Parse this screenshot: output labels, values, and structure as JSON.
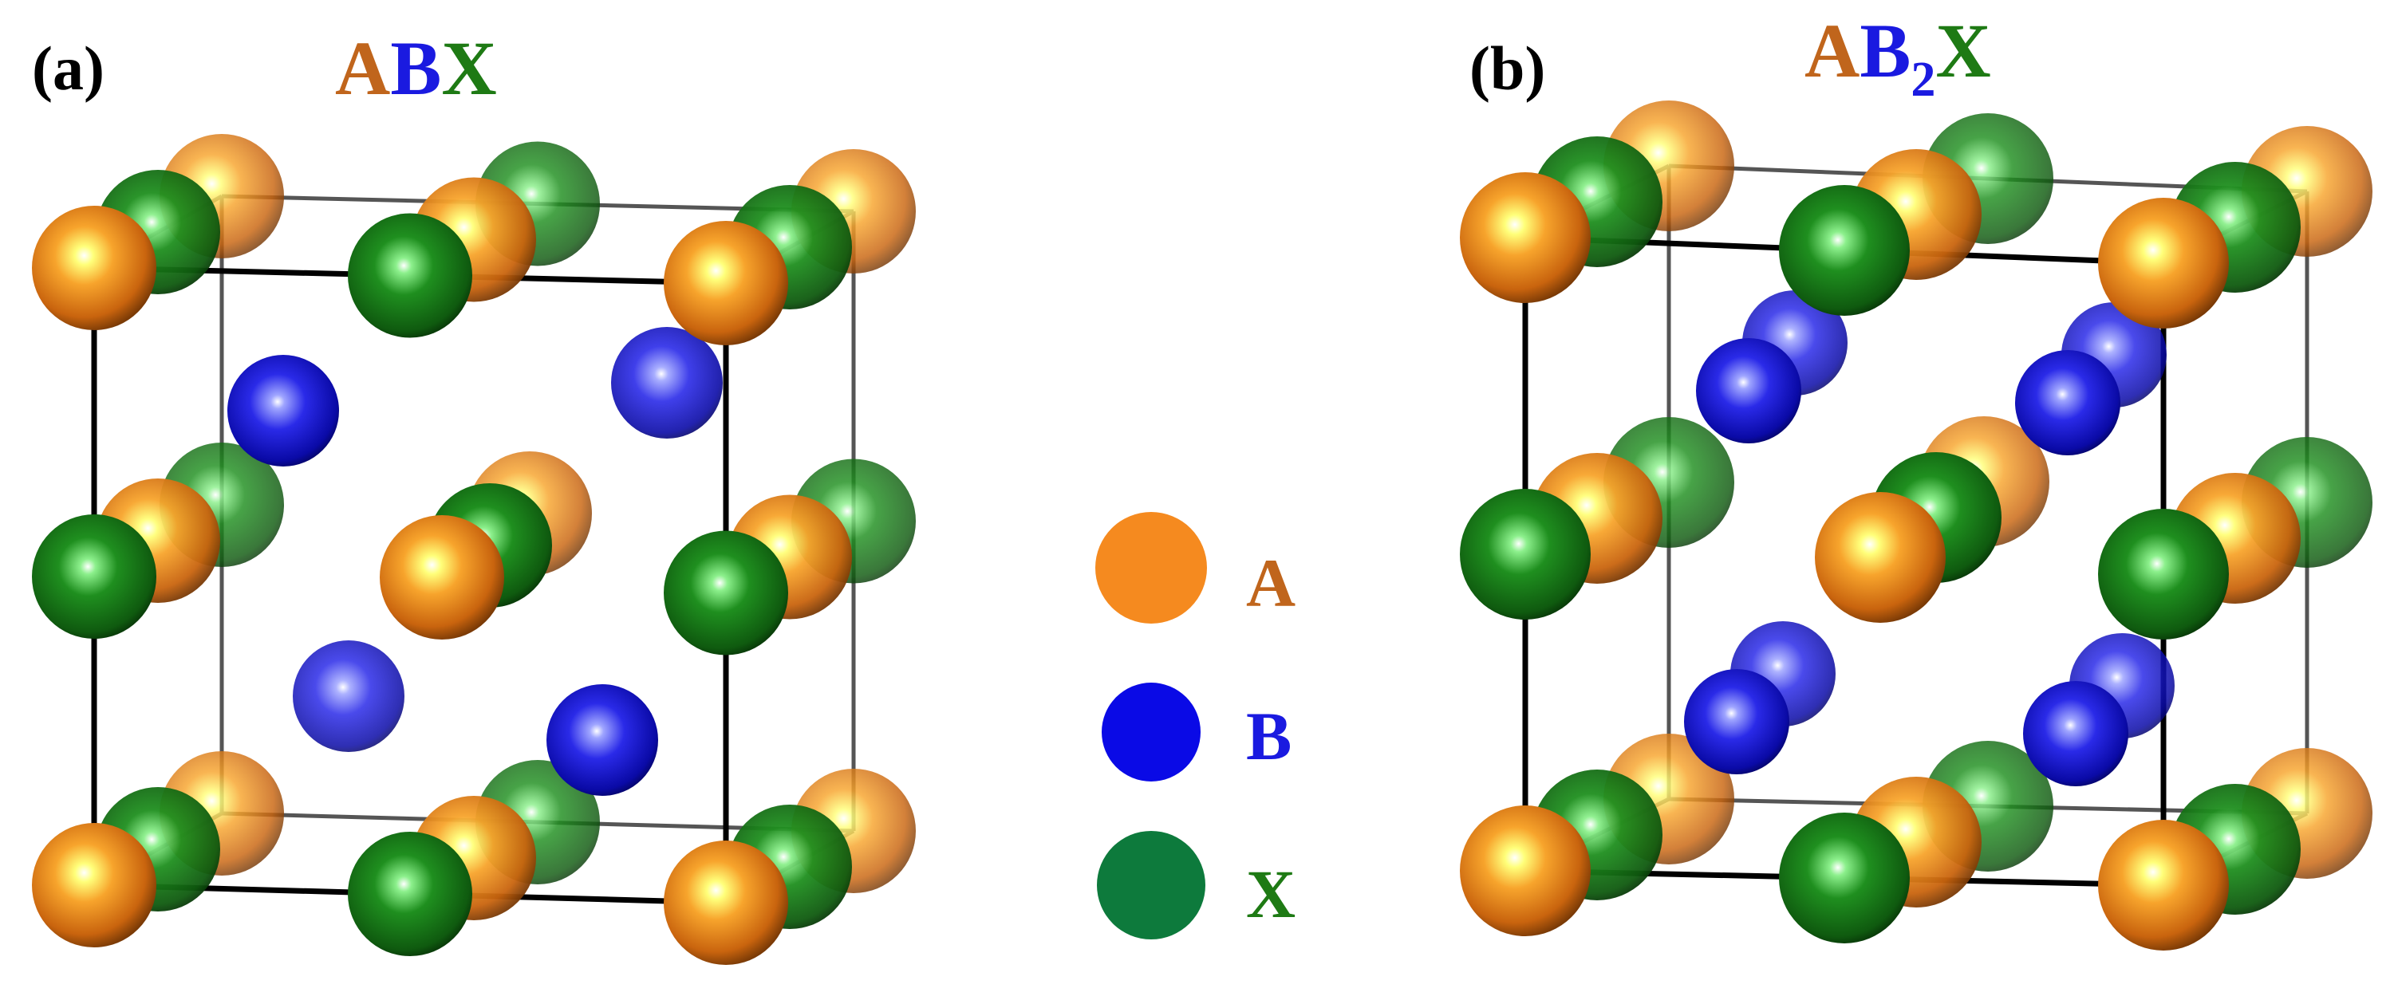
{
  "panels": [
    {
      "label": "(a)",
      "formula": [
        {
          "text": "A",
          "role": "A"
        },
        {
          "text": "B",
          "role": "B"
        },
        {
          "text": "X",
          "role": "X"
        }
      ]
    },
    {
      "label": "(b)",
      "formula": [
        {
          "text": "A",
          "role": "A"
        },
        {
          "text": "B",
          "role": "B"
        },
        {
          "text": "2",
          "role": "B",
          "sub": true
        },
        {
          "text": "X",
          "role": "X"
        }
      ]
    }
  ],
  "legend": [
    {
      "symbol": "A",
      "role": "A"
    },
    {
      "symbol": "B",
      "role": "B"
    },
    {
      "symbol": "X",
      "role": "X"
    }
  ],
  "colors": {
    "A": "#f58a1f",
    "A_text": "#c0651c",
    "B": "#0a0ae6",
    "B_text": "#1a1ae0",
    "X": "#137a2a",
    "X_legend": "#0d7a3c",
    "X_text": "#1e7a14",
    "label": "#000000",
    "cell_edge": "#000000",
    "cell_back_edge": "#555555"
  }
}
